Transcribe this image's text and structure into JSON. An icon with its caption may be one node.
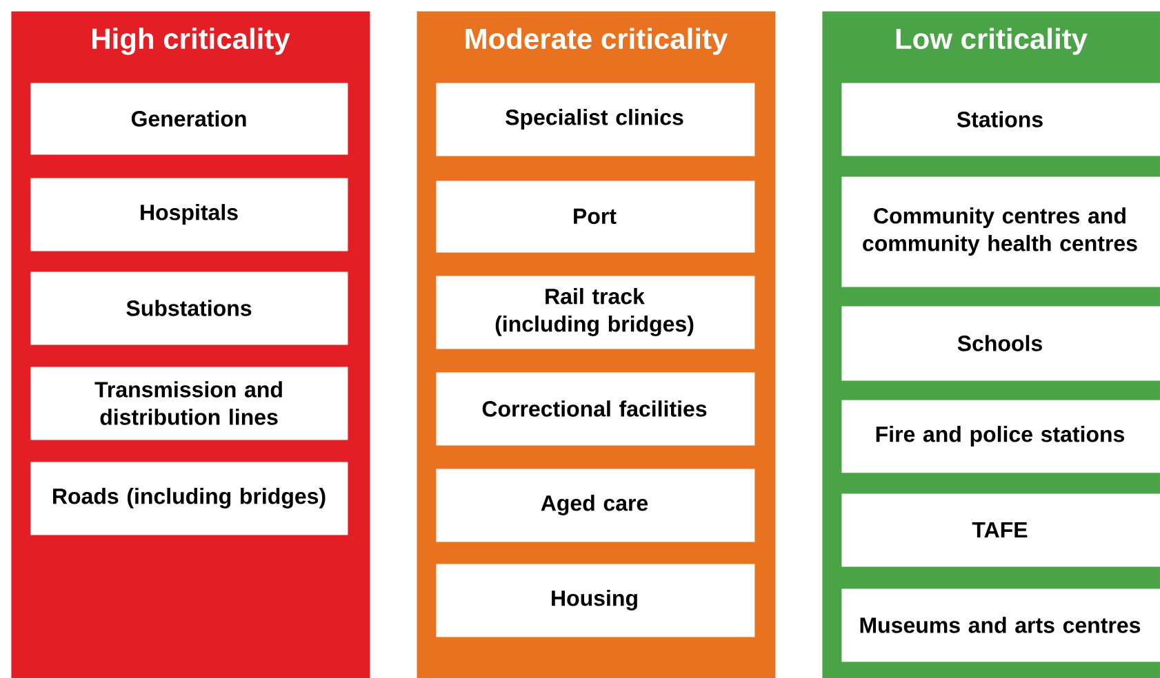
{
  "diagram": {
    "nodes": [
      {
        "text": [
          "High criticality"
        ]
      },
      {
        "text": [
          "Generation"
        ],
        "in": 0
      },
      {
        "text": [
          "Hospitals"
        ],
        "in": 0
      },
      {
        "text": [
          "Substations"
        ],
        "in": 0
      },
      {
        "text": [
          "Transmission and distribution lines"
        ],
        "in": 0
      },
      {
        "text": [
          "Roads (including bridges)"
        ],
        "in": 0
      },
      {
        "text": [
          "Moderate criticality"
        ]
      },
      {
        "text": [
          "Specialist clinics"
        ],
        "in": 6
      },
      {
        "text": [
          "Port"
        ],
        "in": 6
      },
      {
        "text": [
          "Rail track (including bridges)"
        ],
        "in": 6
      },
      {
        "text": [
          "Correctional facilities"
        ],
        "in": 6
      },
      {
        "text": [
          "Aged care"
        ],
        "in": 6
      },
      {
        "text": [
          "Housing"
        ],
        "in": 6
      },
      {
        "text": [
          "Low criticality"
        ]
      },
      {
        "text": [
          "Stations"
        ],
        "in": 13
      },
      {
        "text": [
          "Community centres and community health centres"
        ],
        "in": 13
      },
      {
        "text": [
          "Schools"
        ],
        "in": 13
      },
      {
        "text": [
          "Fire and police stations"
        ],
        "in": 13
      },
      {
        "text": [
          "TAFE"
        ],
        "in": 13
      },
      {
        "text": [
          "Museums and arts centres"
        ],
        "in": 13
      }
    ]
  }
}
